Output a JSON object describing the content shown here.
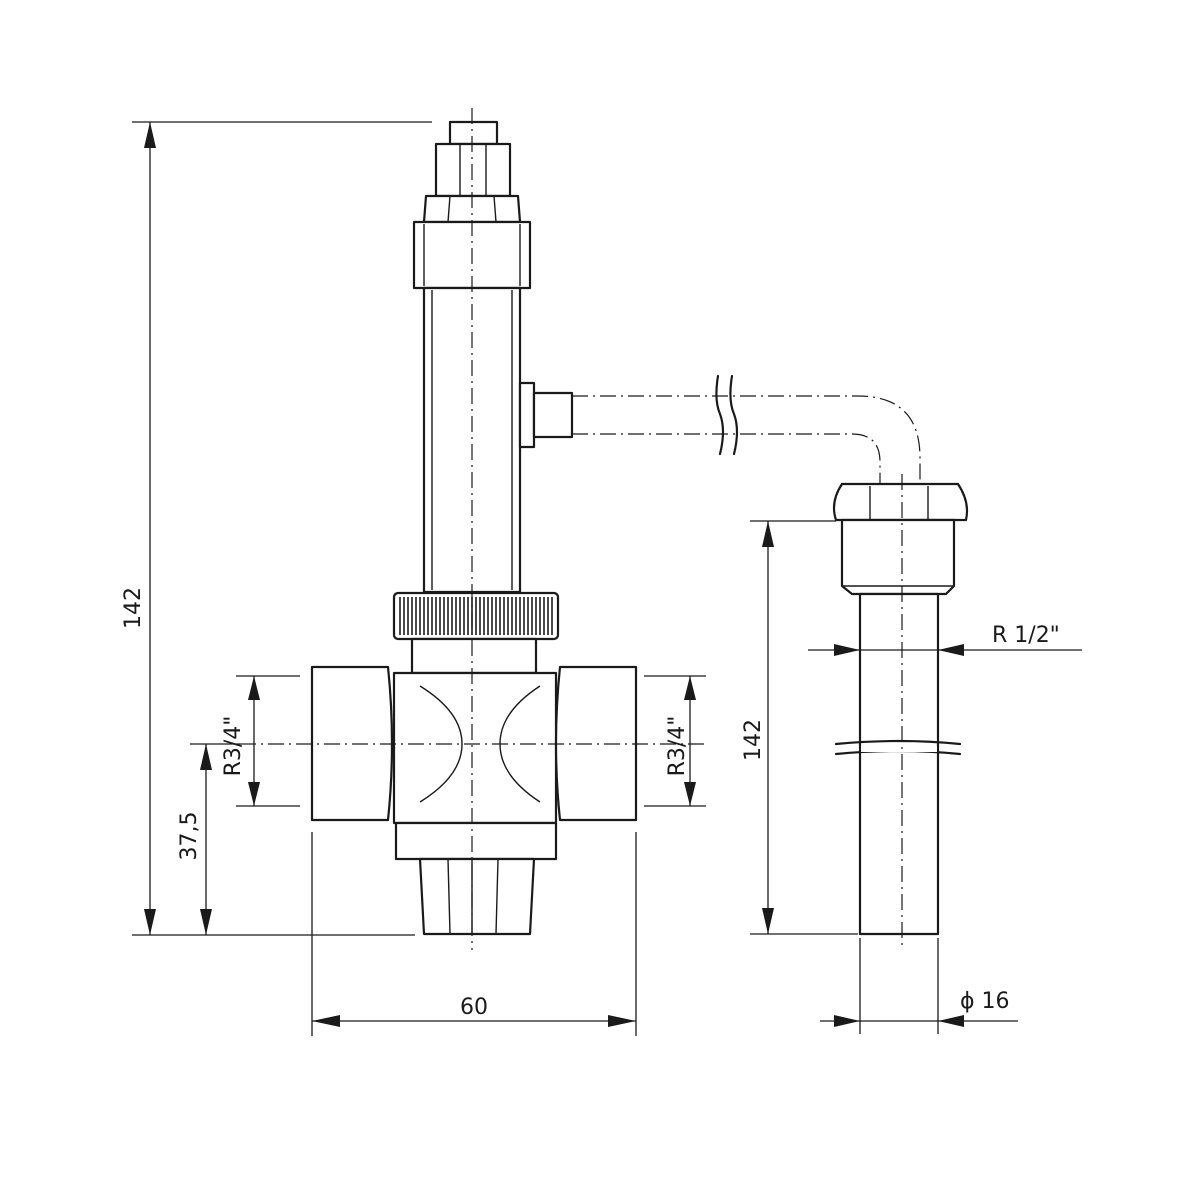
{
  "dimensions": {
    "overall_height_left": "142",
    "overall_height_right": "142",
    "inlet_height": "37,5",
    "width": "60",
    "left_thread": "R3/4\"",
    "right_thread": "R3/4\"",
    "pipe_thread": "R 1/2\"",
    "pipe_diameter": "ϕ 16"
  }
}
